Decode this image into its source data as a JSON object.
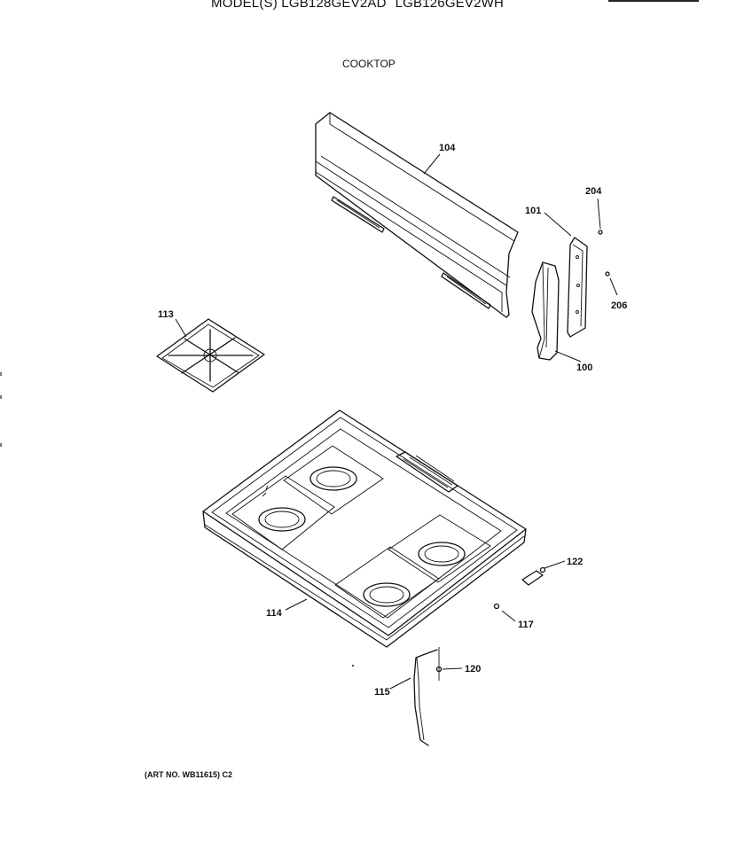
{
  "header": {
    "models_label": "MODEL(S) LGB128GEV2AD",
    "model_2": "LGB126GEV2WH"
  },
  "section_title": "COOKTOP",
  "footer": {
    "art_no": "(ART NO. WB11615) C2"
  },
  "part_callouts": {
    "p104": "104",
    "p101": "101",
    "p204": "204",
    "p206": "206",
    "p100": "100",
    "p113": "113",
    "p114": "114",
    "p122": "122",
    "p117": "117",
    "p120": "120",
    "p115": "115"
  },
  "colors": {
    "line": "#111111",
    "background": "#ffffff"
  }
}
